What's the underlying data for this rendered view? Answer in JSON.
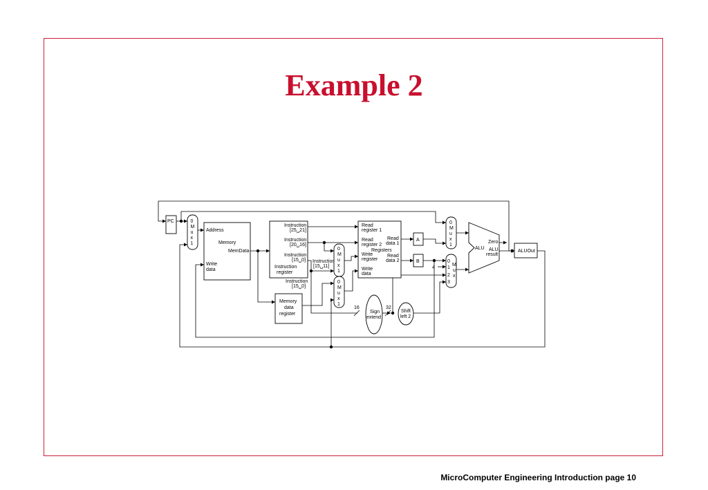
{
  "slide": {
    "title": "Example 2",
    "footer": "MicroComputer Engineering Introduction page 10",
    "accent_color": "#c8102e"
  },
  "diagram": {
    "pc": "PC",
    "mux_pc": [
      "0",
      "M",
      "u",
      "x",
      "1"
    ],
    "memory": {
      "address": "Address",
      "name": "Memory",
      "memdata": "MemData",
      "write": "Write",
      "data": "data"
    },
    "ir": {
      "f1a": "Instruction",
      "f1b": "[25␣21]",
      "f2a": "Instruction",
      "f2b": "[20␣16]",
      "f3a": "Instruction",
      "f3b": "[15␣0]",
      "name1": "Instruction",
      "name2": "register",
      "f4a": "Instruction",
      "f4b": "[15␣0]"
    },
    "mux_rd": {
      "lbl1": "Instruction",
      "lbl2": "[15␣11]",
      "mux": [
        "0",
        "M",
        "u",
        "x",
        "1"
      ]
    },
    "mux_wd": [
      "0",
      "M",
      "u",
      "x",
      "1"
    ],
    "mdr": [
      "Memory",
      "data",
      "register"
    ],
    "regfile": {
      "rr1a": "Read",
      "rr1b": "register 1",
      "rr2a": "Read",
      "rr2b": "register 2",
      "name": "Registers",
      "wra": "Write",
      "wrb": "register",
      "wda": "Write",
      "wdb": "data",
      "rd1a": "Read",
      "rd1b": "data 1",
      "rd2a": "Read",
      "rd2b": "data 2"
    },
    "reg_a": "A",
    "reg_b": "B",
    "mux_alua": [
      "0",
      "M",
      "u",
      "x",
      "1"
    ],
    "mux_alub": {
      "inputs": [
        "0",
        "1",
        "2",
        "3"
      ],
      "mux": [
        "M",
        "u",
        "x"
      ],
      "const": "4"
    },
    "alu": {
      "name": "ALU",
      "zero": "Zero",
      "result1": "ALU",
      "result2": "result"
    },
    "aluout": "ALUOut",
    "sign_extend": {
      "l1": "Sign",
      "l2": "extend",
      "in_bits": "16",
      "out_bits": "32"
    },
    "shift": {
      "l1": "Shift",
      "l2": "left 2"
    }
  }
}
